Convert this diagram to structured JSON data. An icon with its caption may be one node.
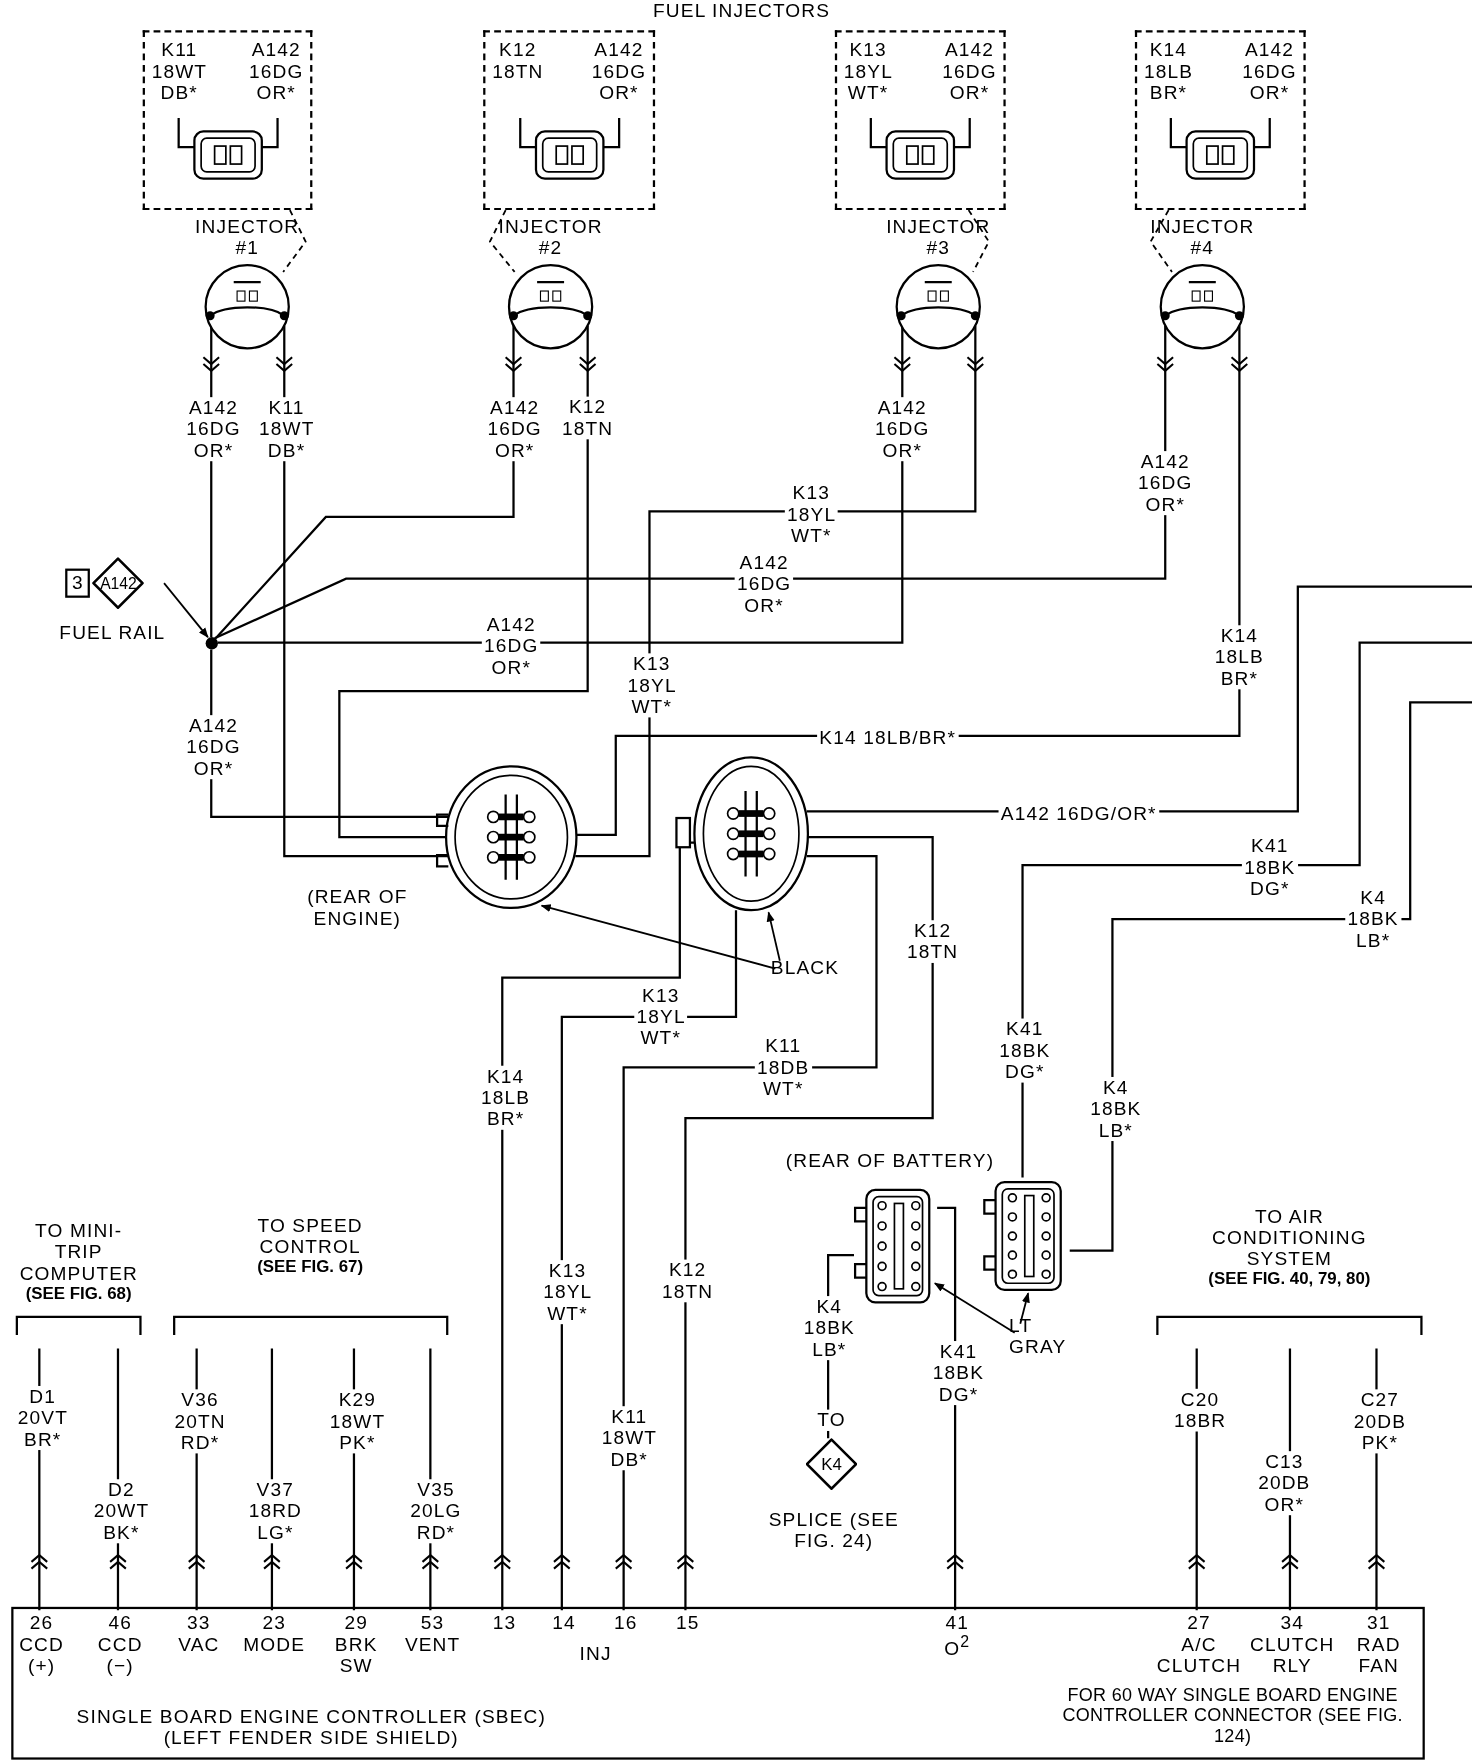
{
  "diagram": {
    "title": "FUEL INJECTORS",
    "nodes": [
      {
        "text": [
          "K11 18WT DB*",
          "A142 16DG OR*"
        ]
      },
      {
        "text": [
          "K12 18TN",
          "A142 16DG OR*"
        ]
      },
      {
        "text": [
          "K13 18YL WT*",
          "A142 16DG OR*"
        ]
      },
      {
        "text": [
          "K14 18LB BR*",
          "A142 16DG OR*"
        ]
      },
      {
        "text": [
          "INJECTOR #1"
        ]
      },
      {
        "text": [
          "INJECTOR #2"
        ]
      },
      {
        "text": [
          "INJECTOR #3"
        ]
      },
      {
        "text": [
          "INJECTOR #4"
        ]
      },
      {
        "text": [
          "3",
          "A142"
        ],
        "beside": [
          "FUEL RAIL"
        ]
      },
      {
        "text": [],
        "shape": "circle"
      },
      {
        "text": [],
        "shape": "box",
        "beside": [
          "(REAR OF ENGINE)"
        ]
      },
      {
        "text": [],
        "shape": "box"
      },
      {
        "text": [
          "BLACK"
        ]
      },
      {
        "text": [],
        "shape": "box"
      },
      {
        "text": [],
        "shape": "box"
      },
      {
        "text": [
          "LT GRAY"
        ]
      },
      {
        "text": [
          "K4"
        ],
        "beside": [
          "TO",
          "SPLICE (SEE FIG. 24)"
        ]
      },
      {
        "text": [
          "SINGLE BOARD ENGINE CONTROLLER (SBEC) (LEFT FENDER SIDE SHIELD)",
          "FOR 60 WAY SINGLE BOARD ENGINE CONTROLLER CONNECTOR (SEE FIG. 124)"
        ]
      },
      {
        "text": [
          "26",
          "CCD (+)"
        ],
        "in": 17
      },
      {
        "text": [
          "46",
          "CCD (−)"
        ],
        "in": 17
      },
      {
        "text": [
          "33",
          "VAC"
        ],
        "in": 17
      },
      {
        "text": [
          "23",
          "MODE"
        ],
        "in": 17
      },
      {
        "text": [
          "29",
          "BRK SW"
        ],
        "in": 17
      },
      {
        "text": [
          "53",
          "VENT"
        ],
        "in": 17
      },
      {
        "text": [
          "13"
        ],
        "in": 17
      },
      {
        "text": [
          "14"
        ],
        "in": 17
      },
      {
        "text": [
          "16"
        ],
        "in": 17
      },
      {
        "text": [
          "15"
        ],
        "in": 17
      },
      {
        "text": [
          "41",
          "O$^{2}$"
        ],
        "in": 17
      },
      {
        "text": [
          "27",
          "A/C CLUTCH"
        ],
        "in": 17
      },
      {
        "text": [
          "34",
          "CLUTCH RLY"
        ],
        "in": 17
      },
      {
        "text": [
          "31",
          "RAD FAN"
        ],
        "in": 17
      },
      {
        "text": [
          "TO MINI-TRIP COMPUTER",
          "(SEE FIG. 68)"
        ]
      },
      {
        "text": [
          "TO SPEED CONTROL",
          "(SEE FIG. 67)"
        ]
      },
      {
        "text": [
          "TO AIR CONDITIONING SYSTEM",
          "(SEE FIG. 40, 79, 80)"
        ]
      }
    ],
    "edges": [
      {
        "from": 8,
        "to": 9,
        "arrow": "to"
      },
      {
        "from": 4,
        "to": 9,
        "arrow": "to",
        "label": "A142 16DG OR*"
      },
      {
        "from": 4,
        "to": 10,
        "arrow": "to",
        "label": "K11 18WT DB*"
      },
      {
        "from": 5,
        "to": 9,
        "arrow": "to",
        "label": "A142 16DG OR*"
      },
      {
        "from": 5,
        "to": 10,
        "arrow": "to",
        "label": "K12 18TN"
      },
      {
        "from": 6,
        "to": 9,
        "arrow": "to",
        "label": "A142 16DG OR*"
      },
      {
        "from": 6,
        "to": 10,
        "arrow": "to",
        "label": "K13 18YL WT*"
      },
      {
        "from": 7,
        "to": 9,
        "arrow": "to",
        "label": "A142 16DG OR*"
      },
      {
        "from": 7,
        "to": 10,
        "arrow": "to",
        "label": "K14 18LB/BR*"
      },
      {
        "from": 9,
        "to": 10,
        "arrow": "none",
        "label": "A142 16DG OR*"
      },
      {
        "from": 11,
        "to": null,
        "arrow": "none",
        "label": "A142 16DG/OR*"
      },
      {
        "from": 24,
        "to": 11,
        "arrow": "to",
        "label": "K14 18LB BR*"
      },
      {
        "from": 25,
        "to": 11,
        "arrow": "to",
        "label": "K13 18YL WT*"
      },
      {
        "from": 26,
        "to": 11,
        "arrow": "to",
        "label": "K11 18DB WT*"
      },
      {
        "from": 27,
        "to": 11,
        "arrow": "to",
        "label": "K12 18TN"
      },
      {
        "from": 12,
        "to": 10,
        "arrow": "to"
      },
      {
        "from": 12,
        "to": 11,
        "arrow": "to"
      },
      {
        "from": 13,
        "to": 16,
        "arrow": "none",
        "label": "K4 18BK LB*"
      },
      {
        "from": 28,
        "to": 13,
        "arrow": "to",
        "label": "K41 18BK DG*"
      },
      {
        "from": 14,
        "to": null,
        "arrow": "none",
        "label": "K41 18BK DG*"
      },
      {
        "from": 14,
        "to": null,
        "arrow": "none",
        "label": "K4 18BK LB*"
      },
      {
        "from": 15,
        "to": 13,
        "arrow": "to"
      },
      {
        "from": 15,
        "to": 14,
        "arrow": "to"
      },
      {
        "from": 18,
        "to": 32,
        "arrow": "to",
        "label": "D1 20VT BR*"
      },
      {
        "from": 19,
        "to": 32,
        "arrow": "to",
        "label": "D2 20WT BK*"
      },
      {
        "from": 20,
        "to": 33,
        "arrow": "to",
        "label": "V36 20TN RD*"
      },
      {
        "from": 21,
        "to": 33,
        "arrow": "to",
        "label": "V37 18RD LG*"
      },
      {
        "from": 22,
        "to": 33,
        "arrow": "to",
        "label": "K29 18WT PK*"
      },
      {
        "from": 23,
        "to": 33,
        "arrow": "to",
        "label": "V35 20LG RD*"
      },
      {
        "from": 29,
        "to": 34,
        "arrow": "to",
        "label": "C20 18BR"
      },
      {
        "from": 30,
        "to": 34,
        "arrow": "to",
        "label": "C13 20DB OR*"
      },
      {
        "from": 31,
        "to": 34,
        "arrow": "to",
        "label": "C27 20DB PK*"
      },
      {
        "from": 0,
        "to": 4,
        "arrow": "none",
        "style": "dashed"
      },
      {
        "from": 1,
        "to": 5,
        "arrow": "none",
        "style": "dashed"
      },
      {
        "from": 2,
        "to": 6,
        "arrow": "none",
        "style": "dashed"
      },
      {
        "from": 3,
        "to": 7,
        "arrow": "none",
        "style": "dashed"
      }
    ],
    "labels": [
      "A142 16DG OR*",
      "K13 18YL WT*",
      "A142 16DG OR*",
      "K14 18LB BR*",
      "K13 18YL WT*",
      "K11 18WT DB*",
      "K12 18TN",
      "K41 18BK DG*",
      "K4 18BK LB*",
      "(REAR OF BATTERY)",
      "INJ"
    ]
  }
}
